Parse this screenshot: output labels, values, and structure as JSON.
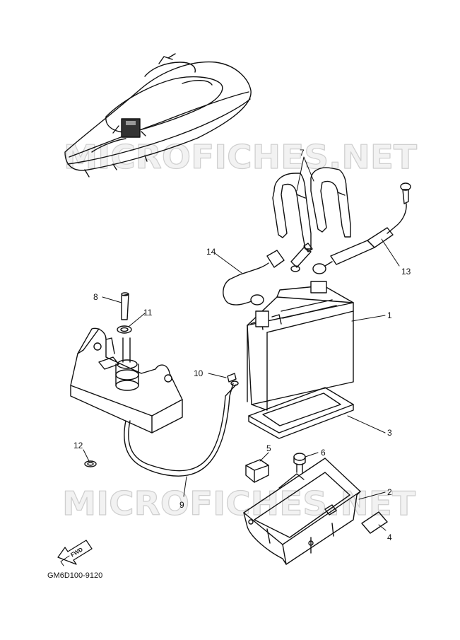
{
  "watermark": {
    "text": "MICROFICHES.NET"
  },
  "diagram_code": "GM6D100-9120",
  "fwd_label": "FWD",
  "callouts": [
    {
      "id": "1",
      "label": "1"
    },
    {
      "id": "2",
      "label": "2"
    },
    {
      "id": "3",
      "label": "3"
    },
    {
      "id": "4",
      "label": "4"
    },
    {
      "id": "5",
      "label": "5"
    },
    {
      "id": "6",
      "label": "6"
    },
    {
      "id": "7",
      "label": "7"
    },
    {
      "id": "8",
      "label": "8"
    },
    {
      "id": "9",
      "label": "9"
    },
    {
      "id": "10",
      "label": "10"
    },
    {
      "id": "11",
      "label": "11"
    },
    {
      "id": "12",
      "label": "12"
    },
    {
      "id": "13",
      "label": "13"
    },
    {
      "id": "14",
      "label": "14"
    }
  ]
}
